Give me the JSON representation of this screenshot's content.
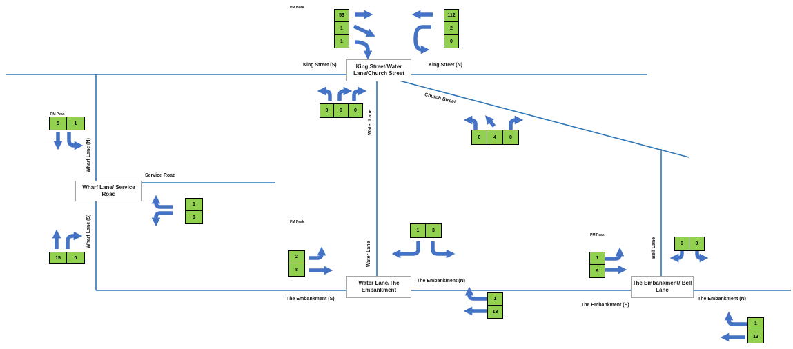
{
  "peak_label": "PM Peak",
  "roads": {
    "king_s": "King Street (S)",
    "king_n": "King Street (N)",
    "church": "Church Street",
    "water_lane_upper": "Water Lane",
    "water_lane_lower": "Water Lane",
    "wharf_n": "Wharf Lane  (N)",
    "wharf_s": "Wharf Lane (S)",
    "service": "Service Road",
    "emb_s_left": "The Embankment (S)",
    "emb_n_mid": "The Embankment (N)",
    "emb_s_right": "The Embankment (S)",
    "emb_n_right": "The Embankment (N)",
    "bell": "Bell Lane"
  },
  "junctions": {
    "king_water_church": "King Street/Water Lane/Church Street",
    "wharf_service": "Wharf Lane/ Service Road",
    "water_embankment": "Water Lane/The Embankment",
    "embankment_bell": "The Embankment/ Bell Lane"
  },
  "counts": {
    "king_s_approach": [
      "53",
      "1",
      "1"
    ],
    "king_n_approach": [
      "112",
      "2",
      "0"
    ],
    "water_lane_approach": [
      "0",
      "0",
      "0"
    ],
    "church_approach": [
      "0",
      "4",
      "0"
    ],
    "wharf_n_approach": [
      "5",
      "1"
    ],
    "service_approach": [
      "1",
      "0"
    ],
    "wharf_s_approach": [
      "15",
      "0"
    ],
    "emb_s_to_water": [
      "2",
      "8"
    ],
    "water_lane_down": [
      "1",
      "3"
    ],
    "emb_n_to_water": [
      "1",
      "13"
    ],
    "emb_s_to_bell": [
      "1",
      "9"
    ],
    "bell_down": [
      "0",
      "0"
    ],
    "emb_n_to_bell": [
      "1",
      "13"
    ]
  },
  "colors": {
    "road": "#2e75b6",
    "arrow": "#4472c4",
    "count_fill": "#92d050"
  }
}
